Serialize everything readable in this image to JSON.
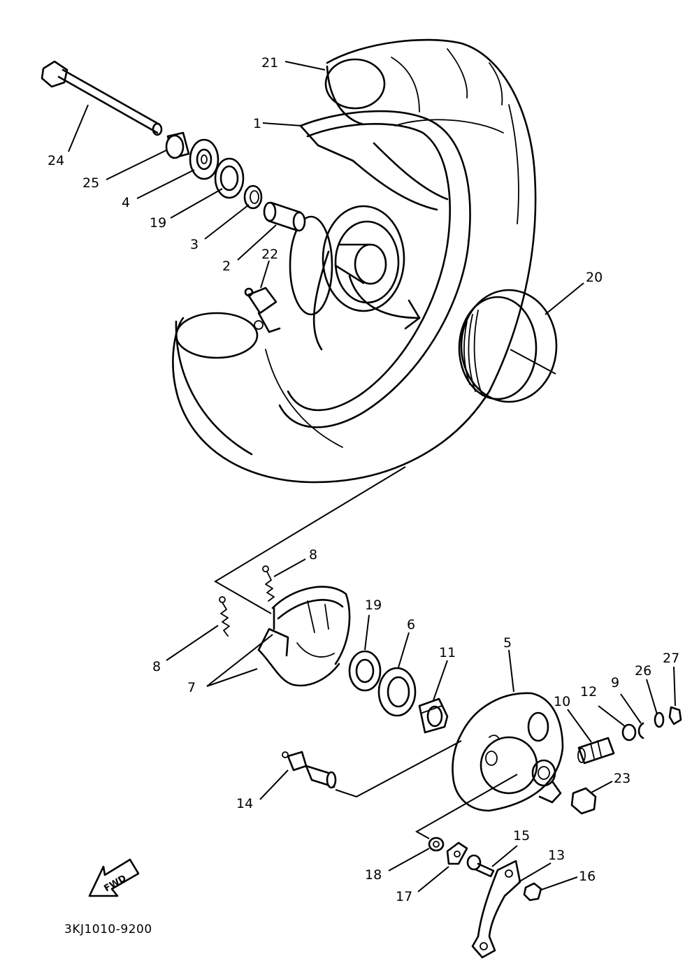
{
  "diagram": {
    "drawing_code": "3KJ1010-9200",
    "direction_marker": "FWD"
  },
  "callouts": [
    {
      "key": "c21",
      "label": "21"
    },
    {
      "key": "c1",
      "label": "1"
    },
    {
      "key": "c24",
      "label": "24"
    },
    {
      "key": "c25",
      "label": "25"
    },
    {
      "key": "c4",
      "label": "4"
    },
    {
      "key": "c19a",
      "label": "19"
    },
    {
      "key": "c3",
      "label": "3"
    },
    {
      "key": "c2",
      "label": "2"
    },
    {
      "key": "c22",
      "label": "22"
    },
    {
      "key": "c20",
      "label": "20"
    },
    {
      "key": "c8a",
      "label": "8"
    },
    {
      "key": "c8b",
      "label": "8"
    },
    {
      "key": "c7",
      "label": "7"
    },
    {
      "key": "c19b",
      "label": "19"
    },
    {
      "key": "c6",
      "label": "6"
    },
    {
      "key": "c11",
      "label": "11"
    },
    {
      "key": "c5",
      "label": "5"
    },
    {
      "key": "c10",
      "label": "10"
    },
    {
      "key": "c12",
      "label": "12"
    },
    {
      "key": "c9",
      "label": "9"
    },
    {
      "key": "c26",
      "label": "26"
    },
    {
      "key": "c27",
      "label": "27"
    },
    {
      "key": "c23",
      "label": "23"
    },
    {
      "key": "c14",
      "label": "14"
    },
    {
      "key": "c15",
      "label": "15"
    },
    {
      "key": "c13",
      "label": "13"
    },
    {
      "key": "c16",
      "label": "16"
    },
    {
      "key": "c18",
      "label": "18"
    },
    {
      "key": "c17",
      "label": "17"
    }
  ]
}
